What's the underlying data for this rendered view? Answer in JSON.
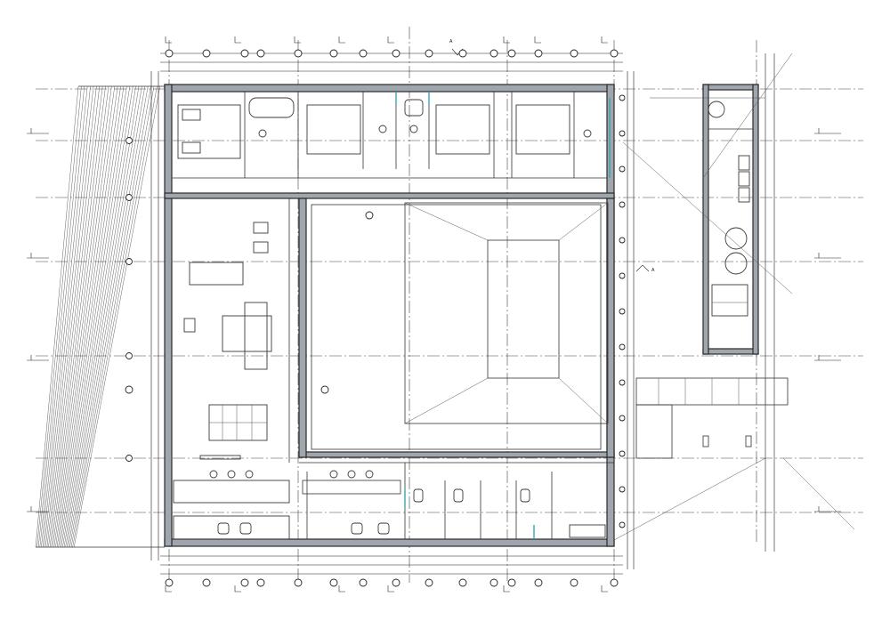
{
  "drawing": {
    "type": "architectural floor plan",
    "section_marks": [
      "A",
      "A"
    ],
    "north_arrow": "chevron-down"
  },
  "icons": {
    "section_mark_top": "section-arrow-icon",
    "section_mark_right": "section-arrow-icon",
    "axis_bubble": "grid-axis-bubble-icon"
  },
  "colors": {
    "wall_fill": "#9fa6ad",
    "line": "#2b2b2b",
    "glazing": "#3aa3b8",
    "background": "#ffffff"
  }
}
